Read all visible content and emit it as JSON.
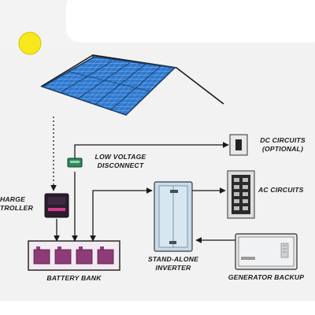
{
  "diagram": {
    "labels": {
      "low_voltage_line1": "LOW VOLTAGE",
      "low_voltage_line2": "DISCONNECT",
      "dc_circuits_line1": "DC CIRCUITS",
      "dc_circuits_line2": "(OPTIONAL)",
      "ac_circuits": "AC CIRCUITS",
      "charge_line1": "HARGE",
      "charge_line2": "TROLLER",
      "battery_bank": "BATTERY BANK",
      "inverter_line1": "STAND-ALONE",
      "inverter_line2": "INVERTER",
      "generator_backup": "GENERATOR BACKUP"
    },
    "colors": {
      "sun": "#f7e81c",
      "panel": "#2b6fc2",
      "controller": "#2a1c2e",
      "battery": "#8e3c78",
      "inverter": "#c9dbe8",
      "disconnect": "#2e8a5c",
      "line": "#1a1a1a"
    }
  }
}
